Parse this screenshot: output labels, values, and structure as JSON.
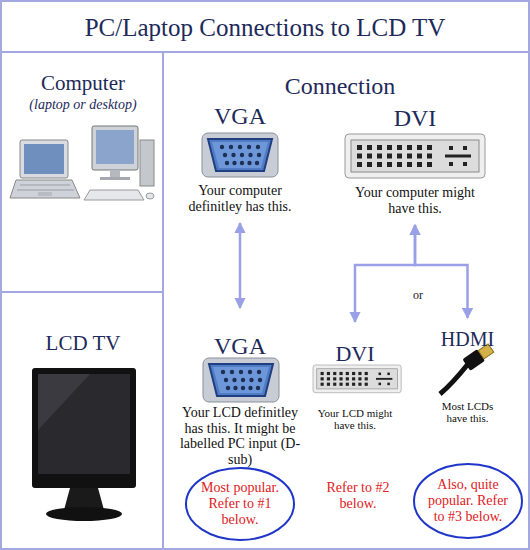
{
  "diagram": {
    "title": "PC/Laptop Connections to LCD TV",
    "nodes": [
      {
        "text": [
          "VGA",
          "Your computer definitley has this."
        ]
      },
      {
        "text": [
          "DVI",
          "Your computer might have this."
        ]
      },
      {
        "text": [
          "VGA",
          "Your LCD definitley has this. It might be labelled PC input (D-sub)"
        ]
      },
      {
        "text": [
          "DVI",
          "Your LCD might have this."
        ]
      },
      {
        "text": [
          "HDMI",
          "Most LCDs have this."
        ]
      },
      {
        "text": [
          "Most popular. Refer to #1 below."
        ]
      },
      {
        "text": [
          "Also, quite popular. Refer to #3 below."
        ]
      }
    ],
    "edges": [
      {
        "from": 0,
        "to": 2,
        "arrow": "both"
      },
      {
        "from": 1,
        "to": 3,
        "arrow": "both"
      },
      {
        "from": 1,
        "to": 4,
        "arrow": "both"
      }
    ],
    "labels": [
      "Computer",
      "(laptop or desktop)",
      "Connection",
      "LCD TV",
      "or",
      "Refer to #2 below."
    ]
  }
}
